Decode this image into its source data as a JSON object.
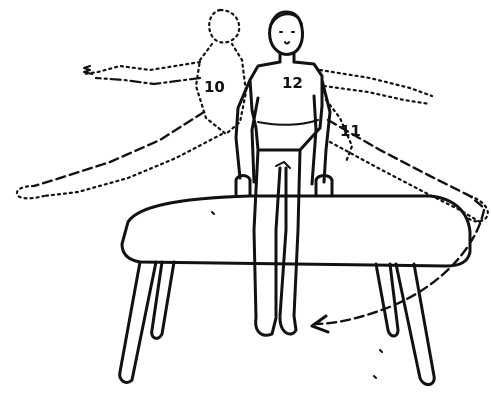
{
  "figure": {
    "labels": [
      "10",
      "12",
      "11"
    ],
    "ink_color": "#111111",
    "background": "#ffffff"
  }
}
